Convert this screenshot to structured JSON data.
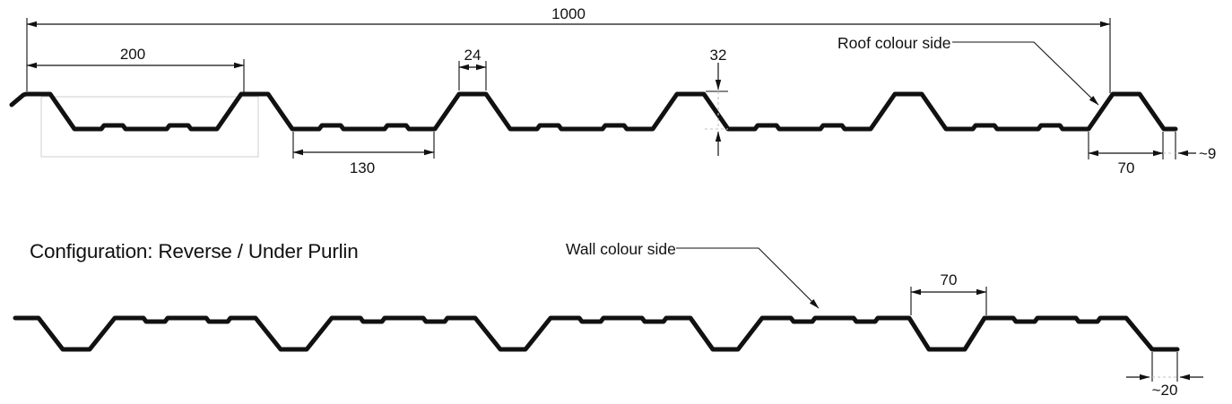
{
  "colors": {
    "ink": "#111111",
    "construction_gray": "#c8c8c8",
    "background": "#ffffff"
  },
  "roof_profile": {
    "side_label": "Roof colour side",
    "dim_overall_width": "1000",
    "dim_module_pitch": "200",
    "dim_rib_crest_width": "24",
    "dim_rib_height": "32",
    "dim_pan_width": "130",
    "dim_overlap_rib_width": "70",
    "dim_underlap_tab": "~9"
  },
  "wall_profile": {
    "configuration_label": "Configuration: Reverse / Under Purlin",
    "side_label": "Wall colour side",
    "dim_overlap_rib_width": "70",
    "dim_overlap_tab": "~20"
  }
}
